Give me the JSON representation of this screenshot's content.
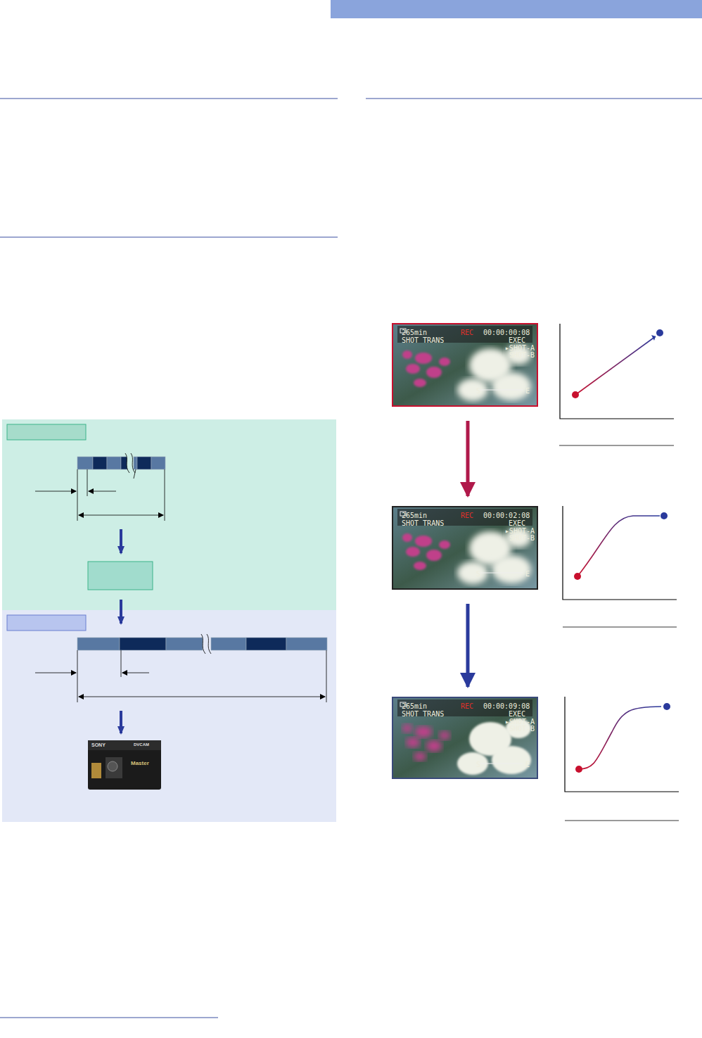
{
  "diagram": {
    "nodes": [
      {
        "text": [
          "265min",
          "REC",
          "00:00:00:08",
          "SHOT TRANS",
          "EXEC",
          "▸SHOT-A",
          "SHOT-B",
          "S",
          "E"
        ]
      },
      {
        "text": [
          "265min",
          "REC",
          "00:00:02:08",
          "SHOT TRANS",
          "EXEC",
          "▸SHOT-A",
          "SHOT-B",
          "S",
          "E"
        ]
      },
      {
        "text": [
          "265min",
          "REC",
          "00:00:09:08",
          "SHOT TRANS",
          "EXEC",
          "▸SHOT-A",
          "SHOT-B",
          "S",
          "E"
        ]
      }
    ],
    "edges": [
      {
        "from": 0,
        "to": 1,
        "arrow": "to"
      },
      {
        "from": 1,
        "to": 2,
        "arrow": "to"
      }
    ],
    "labels": [
      "SONY",
      "DVCAM",
      "Master"
    ]
  }
}
